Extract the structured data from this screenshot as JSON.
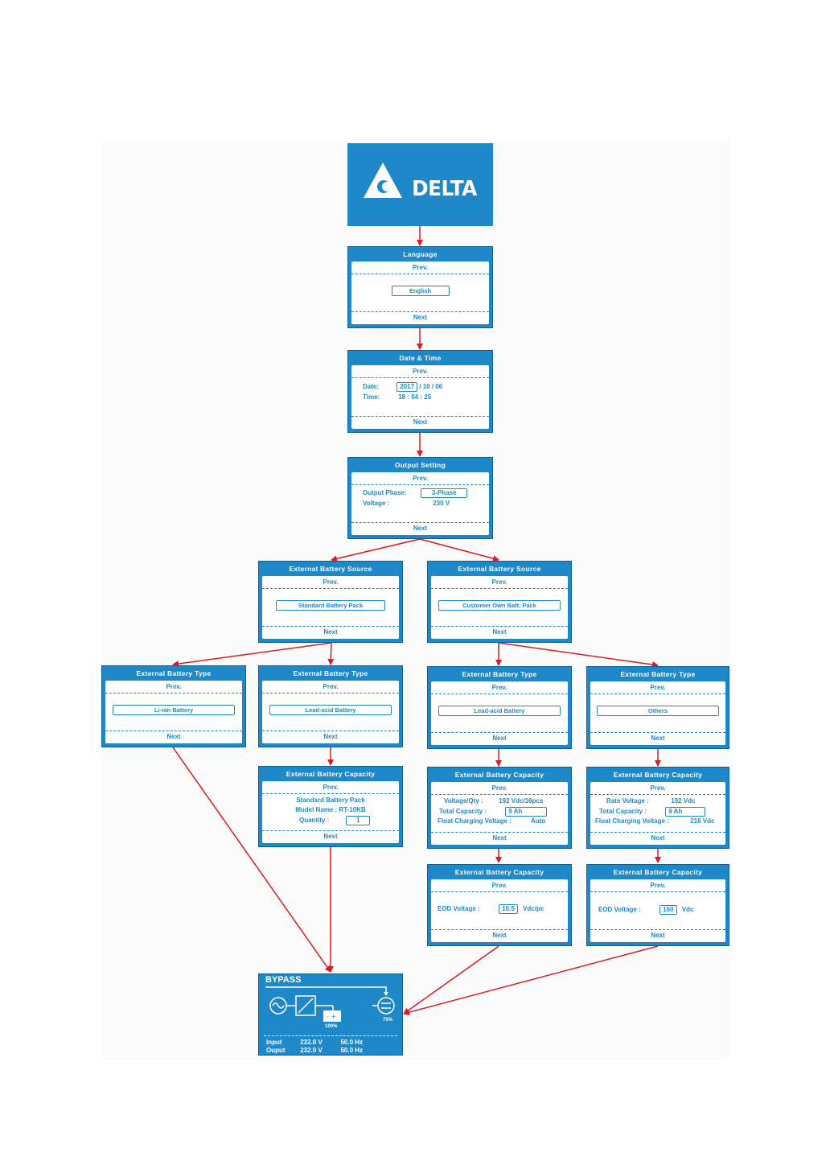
{
  "colors": {
    "lcd_blue": "#1e88c8",
    "arrow_red": "#e0191f"
  },
  "logo": {
    "brand": "DELTA",
    "icon": "delta-triangle-logo"
  },
  "common": {
    "prev": "Prev.",
    "next": "Next"
  },
  "language": {
    "title": "Language",
    "option": "English"
  },
  "datetime": {
    "title": "Date & Time",
    "date_label": "Date:",
    "year": "2017",
    "date_rest": "/ 10 / 06",
    "time_label": "Time:",
    "time": "18 : 04 : 25"
  },
  "output": {
    "title": "Output Setting",
    "phase_label": "Output Phase:",
    "phase": "3-Phase",
    "voltage_label": "Voltage :",
    "voltage": "230 V"
  },
  "source_left": {
    "title": "External Battery Source",
    "option": "Standard Battery Pack"
  },
  "source_right": {
    "title": "External Battery Source",
    "option": "Customer Own Batt. Pack"
  },
  "type_1": {
    "title": "External Battery Type",
    "option": "Li-ion Battery"
  },
  "type_2": {
    "title": "External Battery Type",
    "option": "Lead-acid Battery"
  },
  "type_3": {
    "title": "External Battery Type",
    "option": "Lead-acid Battery"
  },
  "type_4": {
    "title": "External Battery Type",
    "option": "Others"
  },
  "cap_std": {
    "title": "External Battery Capacity",
    "line1": "Standard Battery Pack",
    "model_label": "Model Name : RT-10KB",
    "qty_label": "Quantity :",
    "qty": "1"
  },
  "cap_lead": {
    "title": "External Battery Capacity",
    "vq_label": "Voltage/Qty :",
    "vq": "192 Vdc/16pcs",
    "tc_label": "Total  Capacity :",
    "tc": "9 Ah",
    "float_label": "Float Charging Voltage :",
    "float": "Auto"
  },
  "cap_other": {
    "title": "External Battery Capacity",
    "rv_label": "Rate Voltage :",
    "rv": "192 Vdc",
    "tc_label": "Total  Capacity :",
    "tc": "9 Ah",
    "float_label": "Float Charging Voltage :",
    "float": "216 Vdc"
  },
  "eod_lead": {
    "title": "External Battery Capacity",
    "label": "EOD Voltage  :",
    "value": "10.5",
    "unit": "Vdc/pc"
  },
  "eod_other": {
    "title": "External Battery Capacity",
    "label": "EOD Voltage  :",
    "value": "160",
    "unit": "Vdc"
  },
  "bypass": {
    "title": "BYPASS",
    "battery_pct": "100%",
    "load_pct": "75%",
    "input_label": "Input",
    "input_v": "232.0 V",
    "input_hz": "50.0 Hz",
    "output_label": "Ouput",
    "output_v": "232.0 V",
    "output_hz": "50.0 Hz"
  }
}
